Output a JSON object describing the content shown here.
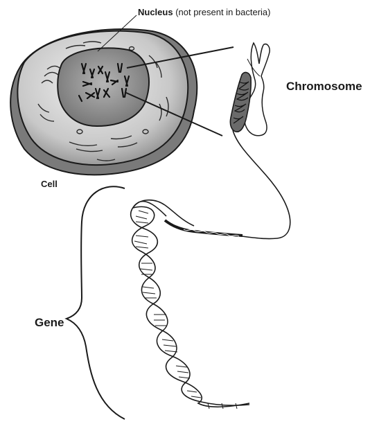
{
  "labels": {
    "nucleus_bold": "Nucleus",
    "nucleus_note": " (not present in bacteria)",
    "cell": "Cell",
    "chromosome": "Chromosome",
    "gene": "Gene"
  },
  "colors": {
    "ink": "#1a1a1a",
    "cell_fill_light": "#e4e4e4",
    "cell_fill_dark": "#8a8a8a",
    "nucleus_fill": "#9a9a9a"
  },
  "icons": [
    "cell-illustration",
    "nucleus-illustration",
    "chromosome-illustration",
    "dna-helix-illustration",
    "gene-brace"
  ]
}
